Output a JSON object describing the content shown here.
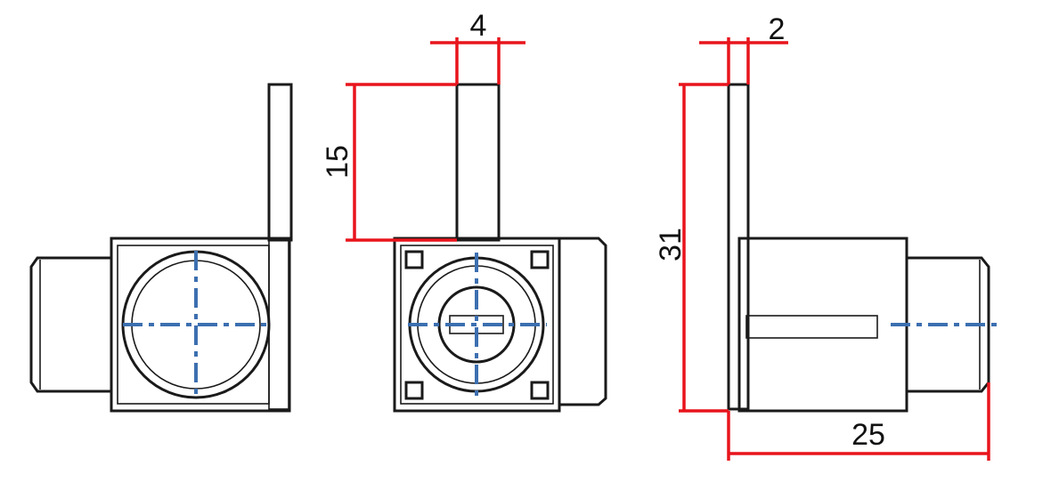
{
  "dimensions": {
    "shaft_width": "4",
    "shaft_height": "15",
    "plate_thickness": "2",
    "total_height": "31",
    "body_length": "25"
  },
  "colors": {
    "outline": "#1a1a1a",
    "dimension": "#e8141c",
    "centerline": "#3c6fb0"
  }
}
